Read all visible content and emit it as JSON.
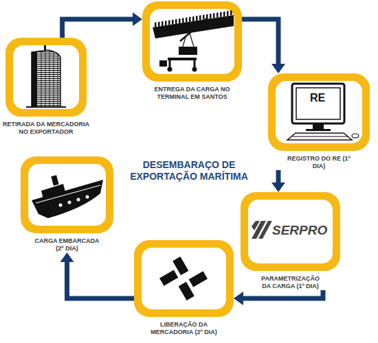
{
  "diagram": {
    "title": "DESEMBARAÇO DE EXPORTAÇÃO MARÍTIMA",
    "nodes": [
      {
        "text": [
          "RETIRADA DA MERCADORIA NO EXPORTADOR"
        ]
      },
      {
        "text": [
          "ENTREGA DA CARGA NO TERMINAL EM SANTOS"
        ]
      },
      {
        "text": [
          "RE",
          "REGISTRO DO RE (1º DIA)"
        ]
      },
      {
        "text": [
          "SERPRO",
          "PARAMETRIZAÇÃO DA CARGA (1º DIA)"
        ]
      },
      {
        "text": [
          "LIBERAÇÃO DA MERCADORIA (2º DIA)"
        ]
      },
      {
        "text": [
          "CARGA EMBARCADA (2º DIA)"
        ]
      }
    ],
    "edges": [
      {
        "from": 0,
        "to": 1,
        "arrow": "to"
      },
      {
        "from": 1,
        "to": 2,
        "arrow": "to"
      },
      {
        "from": 2,
        "to": 3,
        "arrow": "to"
      },
      {
        "from": 3,
        "to": 4,
        "arrow": "to"
      },
      {
        "from": 4,
        "to": 5,
        "arrow": "to"
      }
    ]
  }
}
